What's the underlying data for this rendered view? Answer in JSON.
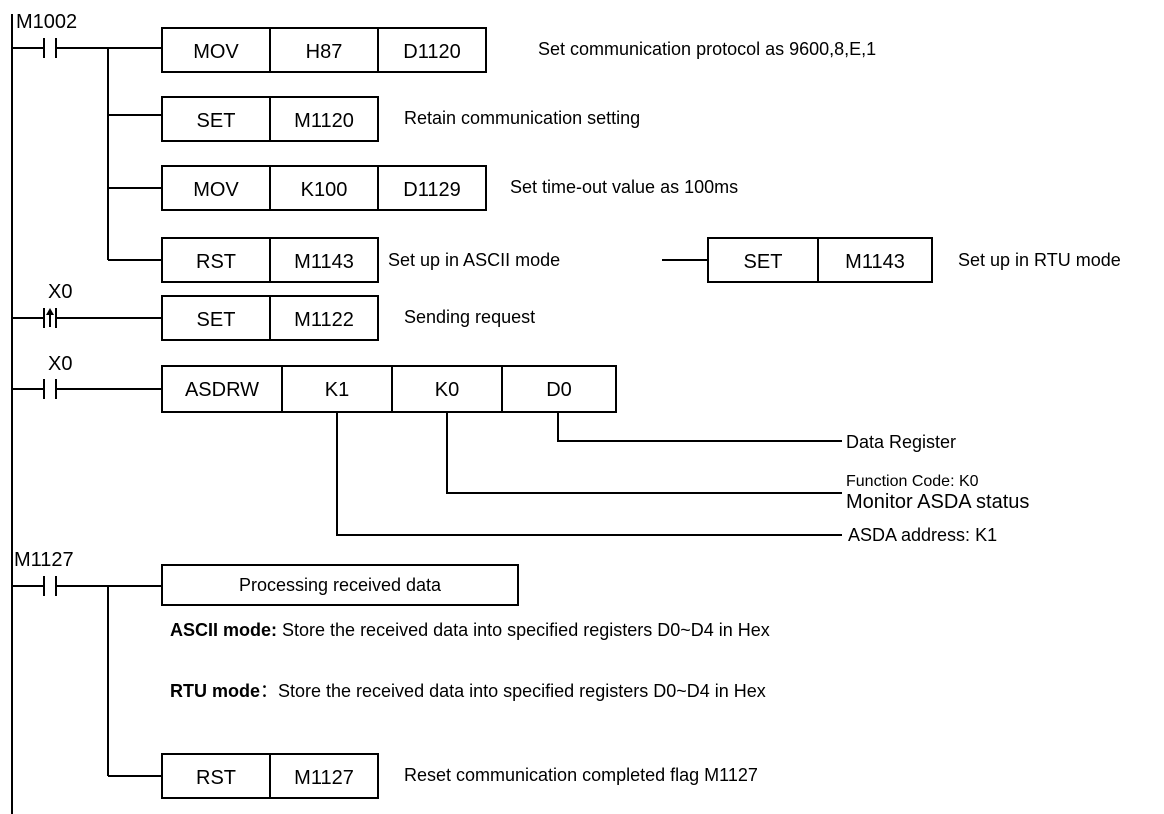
{
  "contacts": {
    "m1002": "M1002",
    "x0_rise": "X0",
    "x0": "X0",
    "m1127": "M1127"
  },
  "rung1": {
    "mov1": [
      "MOV",
      "H87",
      "D1120"
    ],
    "comment1": "Set communication protocol as  9600,8,E,1",
    "set1": [
      "SET",
      "M1120"
    ],
    "comment2": "Retain communication setting",
    "mov2": [
      "MOV",
      "K100",
      "D1129"
    ],
    "comment3": "Set time-out value as 100ms",
    "rst1": [
      "RST",
      "M1143"
    ],
    "comment4": "Set up in ASCII mode",
    "set_alt": [
      "SET",
      "M1143"
    ],
    "comment5": "Set up in RTU mode"
  },
  "rung2": {
    "set": [
      "SET",
      "M1122"
    ],
    "comment": "Sending request"
  },
  "rung3": {
    "asdrw": [
      "ASDRW",
      "K1",
      "K0",
      "D0"
    ],
    "label_d0": "Data Register",
    "label_k0_1": "Function Code: K0",
    "label_k0_2": "Monitor ASDA status",
    "label_k1": "ASDA address: K1"
  },
  "rung4": {
    "process_box": "Processing received data",
    "ascii_prefix": "ASCII mode:",
    "ascii_text": " Store the received data into specified registers D0~D4 in Hex",
    "rtu_prefix": "RTU mode",
    "rtu_text": "：Store the received data into specified registers D0~D4 in  Hex",
    "rst": [
      "RST",
      "M1127"
    ],
    "comment": "Reset communication completed flag M1127"
  }
}
